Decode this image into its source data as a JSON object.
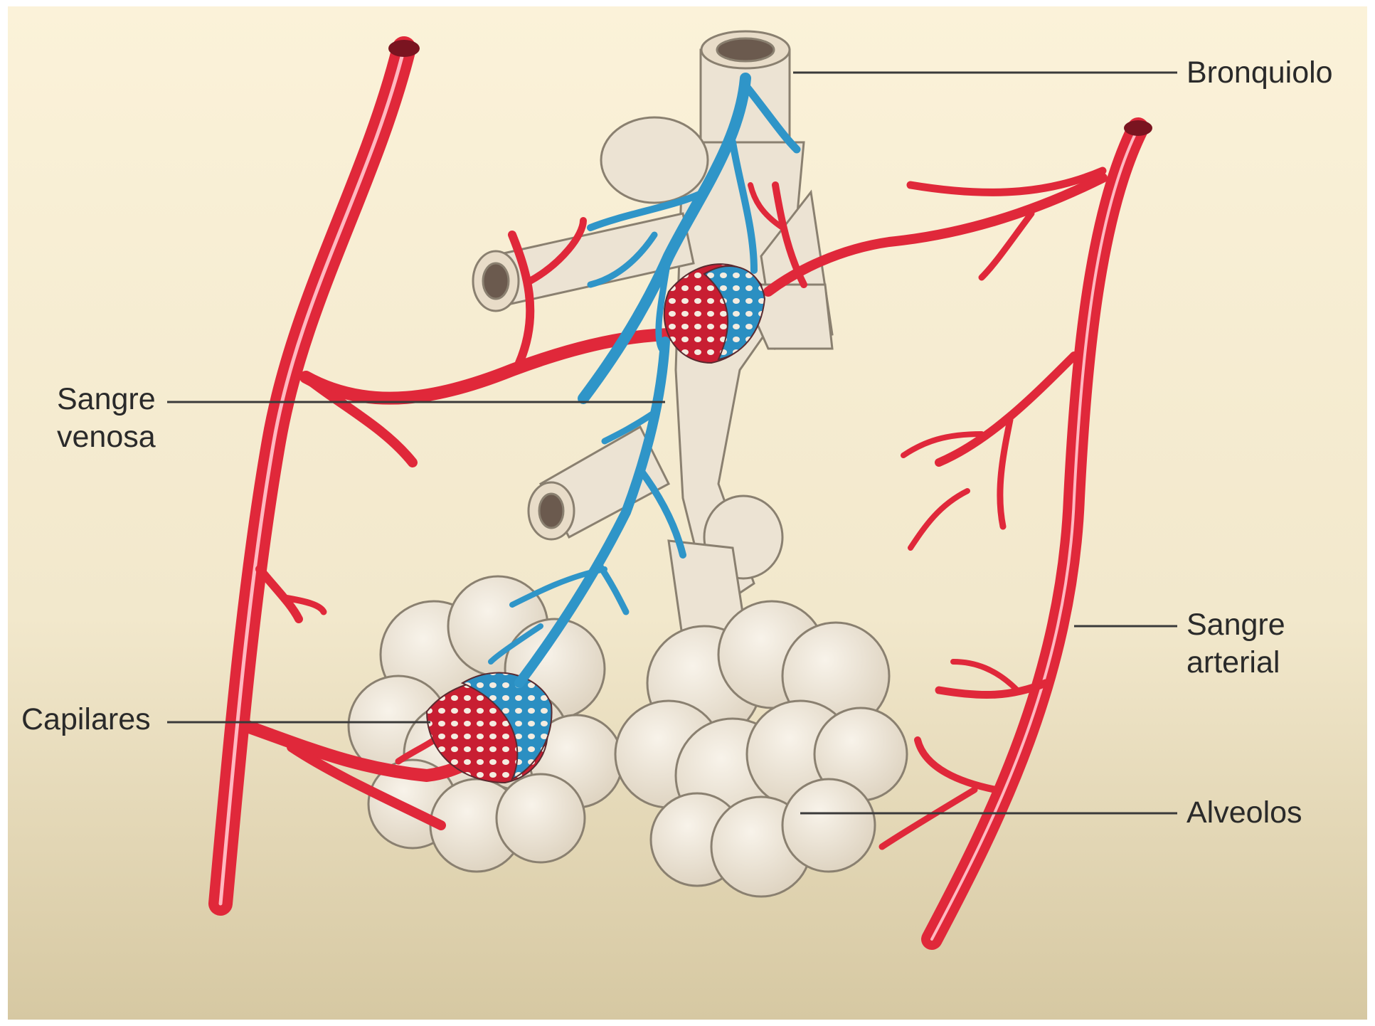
{
  "labels": {
    "bronquiolo": "Bronquiolo",
    "sangre_venosa_1": "Sangre",
    "sangre_venosa_2": "venosa",
    "capilares": "Capilares",
    "sangre_arterial_1": "Sangre",
    "sangre_arterial_2": "arterial",
    "alveolos": "Alveolos"
  },
  "colors": {
    "background_top": "#fbf2d9",
    "background_bottom": "#d8cba6",
    "tissue": "#ece3d3",
    "tissue_outline": "#8a8070",
    "artery": "#e0283a",
    "vein": "#2f95c8",
    "leader_line": "#3a3a3a"
  }
}
